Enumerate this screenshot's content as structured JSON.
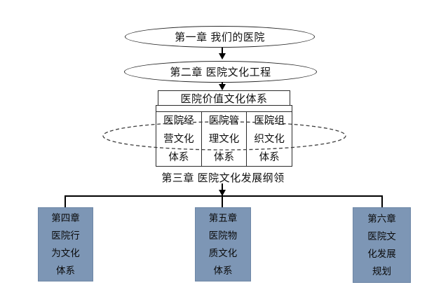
{
  "diagram": {
    "chapters": {
      "ch1": "第一章 我们的医院",
      "ch2": "第二章 医院文化工程",
      "ch3": "第三章 医院文化发展纲领"
    },
    "value_table": {
      "header": "医院价值文化体系",
      "columns": [
        {
          "text": "医院经营文化体系",
          "lines": [
            "医院经",
            "营文化",
            "体系"
          ]
        },
        {
          "text": "医院管理文化体系",
          "lines": [
            "医院管",
            "理文化",
            "体系"
          ]
        },
        {
          "text": "医院组织文化体系",
          "lines": [
            "医院组",
            "织文化",
            "体系"
          ]
        }
      ]
    },
    "chapter_boxes": [
      {
        "text": "第四章 医院行为文化体系",
        "lines": [
          "第四章",
          "医院行",
          "为文化",
          "体系"
        ]
      },
      {
        "text": "第五章 医院物质文化体系",
        "lines": [
          "第五章",
          "医院物",
          "质文化",
          "体系"
        ]
      },
      {
        "text": "第六章 医院文化发展规划",
        "lines": [
          "第六章",
          "医院文",
          "化发展",
          "规划"
        ]
      }
    ],
    "colors": {
      "box_fill": "#7D96B5",
      "connector_line": "#000000",
      "dashed_outline": "#3d3d3d",
      "shape_border": "#2b2b2b"
    }
  }
}
